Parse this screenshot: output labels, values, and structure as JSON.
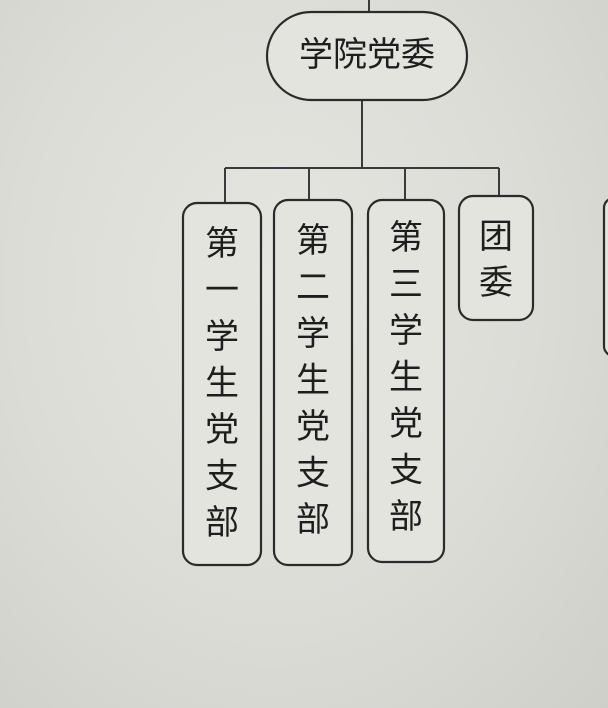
{
  "diagram": {
    "root": {
      "label": "学院党委"
    },
    "branches": [
      {
        "label": "第一学生党支部"
      },
      {
        "label": "第二学生党支部"
      },
      {
        "label": "第三学生党支部"
      },
      {
        "label": "团委"
      }
    ]
  }
}
